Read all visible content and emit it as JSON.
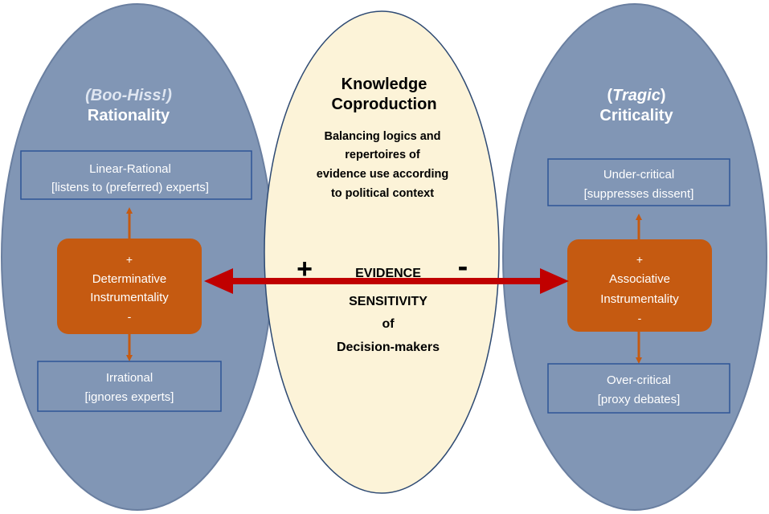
{
  "colors": {
    "ellipse_blue": "#8196b5",
    "ellipse_blue_stroke": "#5f7596",
    "ellipse_center": "#fcf3d8",
    "ellipse_center_stroke": "#2e4a73",
    "box_orange": "#c55a11",
    "arrow_orange": "#c55a11",
    "arrow_red": "#c00000",
    "box_border": "#2e5597",
    "box_text": "#ffffff"
  },
  "left": {
    "title_italic": "(Boo-Hiss!)",
    "title": "Rationality",
    "top_box": {
      "line1": "Linear-Rational",
      "line2": "[listens to (preferred) experts]"
    },
    "center_box": {
      "plus": "+",
      "label1": "Determinative",
      "label2": "Instrumentality",
      "minus": "-"
    },
    "bottom_box": {
      "line1": "Irrational",
      "line2": "[ignores experts]"
    }
  },
  "center": {
    "title1": "Knowledge",
    "title2": "Coproduction",
    "desc1": "Balancing logics and",
    "desc2": "repertoires of",
    "desc3": "evidence use according",
    "desc4": "to political context",
    "axis_plus": "+",
    "axis_minus": "-",
    "axis1": "EVIDENCE",
    "axis2": "SENSITIVITY",
    "axis3": "of",
    "axis4": "Decision-makers"
  },
  "right": {
    "title_open": "(",
    "title_italic": "Tragic",
    "title_close": ")",
    "title": "Criticality",
    "top_box": {
      "line1": "Under-critical",
      "line2": "[suppresses dissent]"
    },
    "center_box": {
      "plus": "+",
      "label1": "Associative",
      "label2": "Instrumentality",
      "minus": "-"
    },
    "bottom_box": {
      "line1": "Over-critical",
      "line2": "[proxy debates]"
    }
  },
  "icons": [
    "double-arrow-red",
    "double-arrow-orange"
  ]
}
